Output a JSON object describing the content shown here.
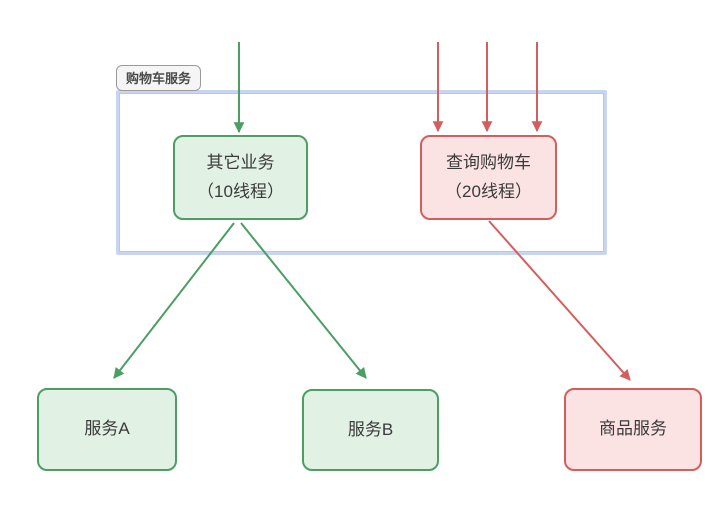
{
  "group": {
    "label": "购物车服务"
  },
  "nodes": {
    "other_business": {
      "line1": "其它业务",
      "line2": "（10线程）"
    },
    "query_cart": {
      "line1": "查询购物车",
      "line2": "（20线程）"
    },
    "service_a": {
      "label": "服务A"
    },
    "service_b": {
      "label": "服务B"
    },
    "product_service": {
      "label": "商品服务"
    }
  },
  "edges": [
    {
      "from": "external-traffic",
      "to": "other_business",
      "color": "green"
    },
    {
      "from": "external-traffic",
      "to": "query_cart",
      "color": "red"
    },
    {
      "from": "external-traffic",
      "to": "query_cart",
      "color": "red"
    },
    {
      "from": "external-traffic",
      "to": "query_cart",
      "color": "red"
    },
    {
      "from": "other_business",
      "to": "service_a",
      "color": "green"
    },
    {
      "from": "other_business",
      "to": "service_b",
      "color": "green"
    },
    {
      "from": "query_cart",
      "to": "product_service",
      "color": "red"
    }
  ],
  "colors": {
    "green_stroke": "#4d9e63",
    "green_fill": "#e1f2e4",
    "red_stroke": "#d45e5e",
    "red_fill": "#fbe3e3",
    "container_border": "#c7d5f3",
    "container_inner_border": "#c6c6c6",
    "label_border": "#9a9a9a",
    "label_fill": "#f5f5f5",
    "text": "#3a3a3a"
  }
}
